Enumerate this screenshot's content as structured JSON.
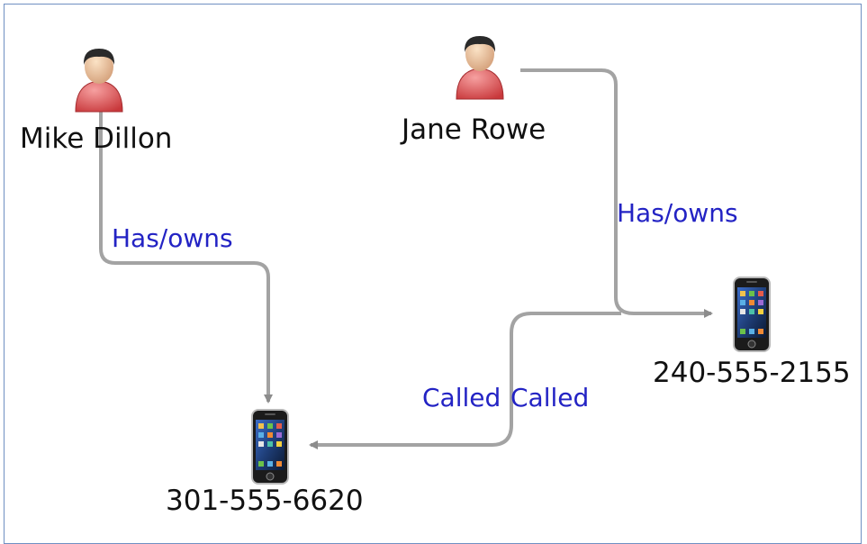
{
  "nodes": {
    "mike": {
      "label": "Mike Dillon",
      "icon": "person-icon"
    },
    "jane": {
      "label": "Jane Rowe",
      "icon": "person-icon"
    },
    "phone_a": {
      "label": "240-555-2155",
      "icon": "smartphone-icon"
    },
    "phone_b": {
      "label": "301-555-6620",
      "icon": "smartphone-icon"
    }
  },
  "edges": {
    "mike_has": {
      "from": "Mike Dillon",
      "to": "301-555-6620",
      "label": "Has/owns"
    },
    "jane_has": {
      "from": "Jane Rowe",
      "to": "240-555-2155",
      "label": "Has/owns"
    },
    "called_1": {
      "from": "240-555-2155",
      "to": "301-555-6620",
      "label": "Called"
    },
    "called_2": {
      "from": "301-555-6620",
      "to": "240-555-2155",
      "label": "Called"
    }
  },
  "colors": {
    "edge_line": "#a3a3a3",
    "edge_label": "#2323c4",
    "frame_border": "#6f8fc2",
    "person_shirt": "#d9585a",
    "person_hair": "#2a2a2a"
  }
}
